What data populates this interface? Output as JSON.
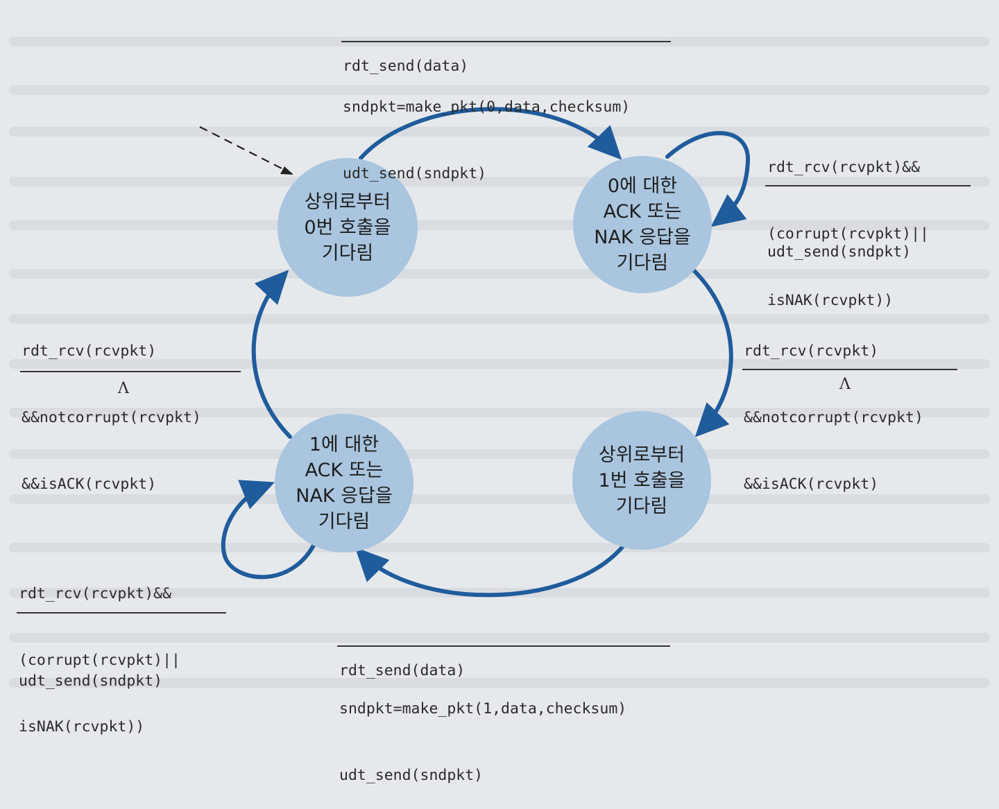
{
  "colors": {
    "paper": "#e6e9ec",
    "state_fill": "#a9c5df",
    "arrow": "#1f5c9c",
    "text": "#2a2a2a",
    "faded_text": "#b5b9be"
  },
  "states": {
    "wait_call_0": "상위로부터\n0번 호출을\n기다림",
    "wait_ack_0": "0에 대한\nACK 또는\nNAK 응답을\n기다림",
    "wait_call_1": "상위로부터\n1번 호출을\n기다림",
    "wait_ack_1": "1에 대한\nACK 또는\nNAK 응답을\n기다림"
  },
  "transitions": {
    "top": {
      "event": "rdt_send(data)",
      "action1": "sndpkt=make_pkt(0,data,checksum)",
      "action2": "udt_send(sndpkt)"
    },
    "self_loop_ack0": {
      "event1": "rdt_rcv(rcvpkt)&&",
      "event2": "(corrupt(rcvpkt)||",
      "event3": "isNAK(rcvpkt))",
      "action": "udt_send(sndpkt)"
    },
    "right": {
      "event1": "rdt_rcv(rcvpkt)",
      "event2": "&&notcorrupt(rcvpkt)",
      "event3": "&&isACK(rcvpkt)",
      "action": "Λ"
    },
    "left": {
      "event1": "rdt_rcv(rcvpkt)",
      "event2": "&&notcorrupt(rcvpkt)",
      "event3": "&&isACK(rcvpkt)",
      "action": "Λ"
    },
    "self_loop_ack1": {
      "event1": "rdt_rcv(rcvpkt)&&",
      "event2": "(corrupt(rcvpkt)||",
      "event3": "isNAK(rcvpkt))",
      "action": "udt_send(sndpkt)"
    },
    "bottom": {
      "event": "rdt_send(data)",
      "action1": "sndpkt=make_pkt(1,data,checksum)",
      "action2": "udt_send(sndpkt)"
    }
  }
}
